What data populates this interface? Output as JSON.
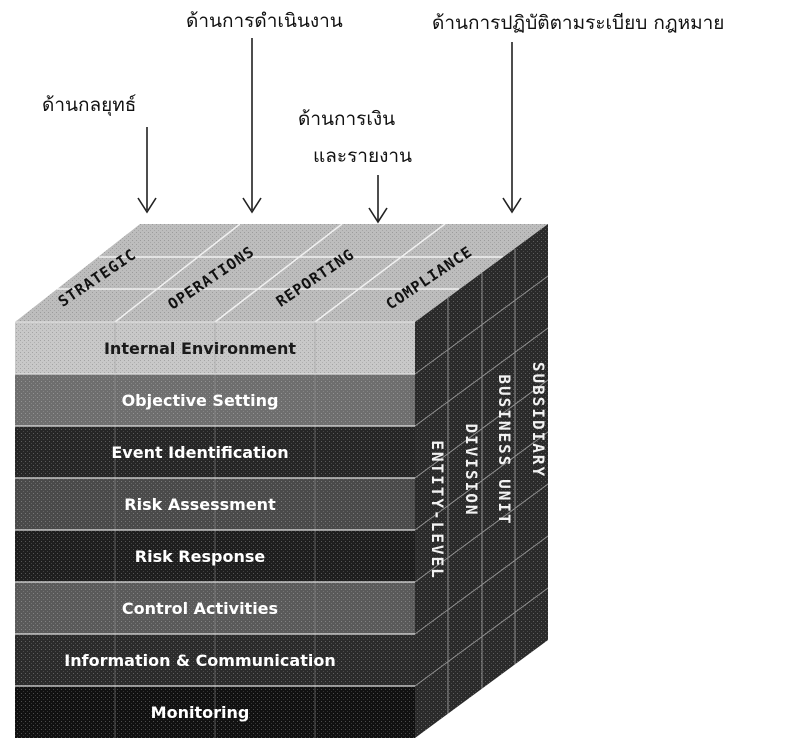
{
  "labels": {
    "strategic": "ด้านกลยุทธ์",
    "operations": "ด้านการดำเนินงาน",
    "reporting_line1": "ด้านการเงิน",
    "reporting_line2": "และรายงาน",
    "compliance": "ด้านการปฏิบัติตามระเบียบ กฎหมาย"
  },
  "cube": {
    "top_faces": [
      "STRATEGIC",
      "OPERATIONS",
      "REPORTING",
      "COMPLIANCE"
    ],
    "rows": [
      "Internal Environment",
      "Objective Setting",
      "Event Identification",
      "Risk Assessment",
      "Risk Response",
      "Control Activities",
      "Information & Communication",
      "Monitoring"
    ],
    "side_faces": [
      "ENTITY-LEVEL",
      "DIVISION",
      "BUSINESS UNIT",
      "SUBSIDIARY"
    ]
  }
}
